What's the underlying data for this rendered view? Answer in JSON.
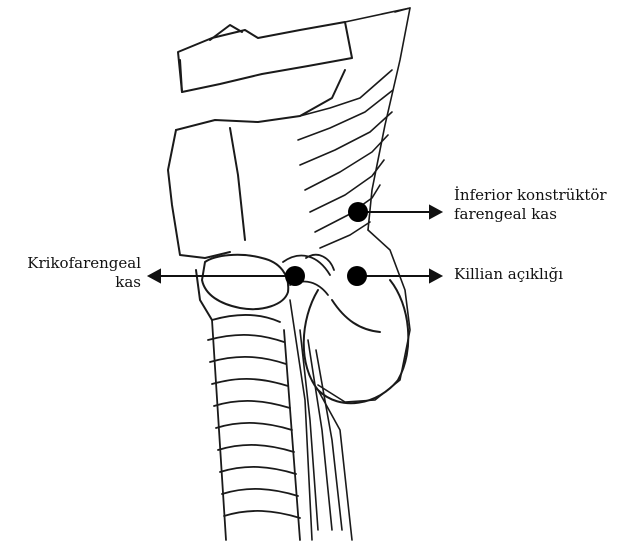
{
  "labels": {
    "inferior_line1": "İnferior konstrüktör",
    "inferior_line2": "farengeal kas",
    "krik_line1": "Krikofarengeal",
    "krik_line2": "kas",
    "killian": "Killian açıklığı"
  },
  "colors": {
    "ink": "#111111",
    "background": "#ffffff"
  }
}
